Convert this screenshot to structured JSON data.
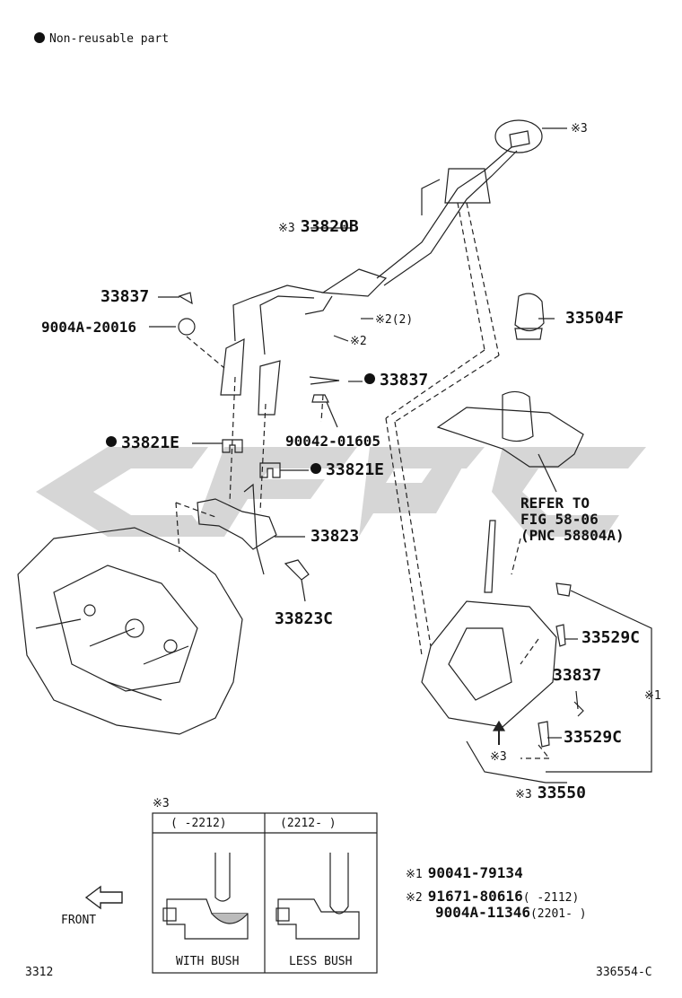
{
  "legend": {
    "dot_note": "Non-reusable part"
  },
  "watermark": {
    "text": "CFG",
    "color": "#c8c8c8"
  },
  "callouts": {
    "mark_3_top": "※3",
    "cable_assy": "33820B",
    "cable_assy_mark": "※3",
    "pin_upper": "33837",
    "washer": "9004A-20016",
    "screw_mark_a": "※2(2)",
    "screw_mark_b": "※2",
    "knob": "33504F",
    "pin_mid": "33837",
    "nut": "90042-01605",
    "bush_left": "33821E",
    "bush_right": "33821E",
    "bracket": "33823",
    "bracket_bolt": "33823C",
    "refer_line1": "REFER TO",
    "refer_line2": "FIG 58-06",
    "refer_line3": "(PNC 58804A)",
    "bolt_upper": "33529C",
    "pin_lower": "33837",
    "bolt_lower": "33529C",
    "mark_1": "※1",
    "arrow_mark": "※3",
    "shift_lever": "33550",
    "shift_lever_mark": "※3"
  },
  "inset": {
    "mark": "※3",
    "col1_header": "(    -2212)",
    "col2_header": "(2212-    )",
    "col1_caption": "WITH BUSH",
    "col2_caption": "LESS BUSH"
  },
  "notes": [
    {
      "mark": "※1",
      "part": "90041-79134",
      "range": ""
    },
    {
      "mark": "※2",
      "part": "91671-80616",
      "range": "(     -2112)"
    },
    {
      "mark": "",
      "part": "9004A-11346",
      "range": "(2201-     )"
    }
  ],
  "front_label": "FRONT",
  "footer": {
    "left": "3312",
    "right": "336554-C"
  }
}
